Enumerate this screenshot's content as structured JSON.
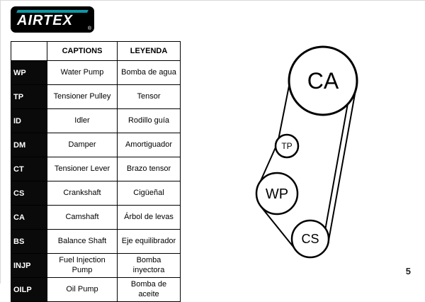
{
  "logo": {
    "brand": "AIRTEX",
    "registered": "®"
  },
  "table": {
    "headers": {
      "abbr": "",
      "captions": "CAPTIONS",
      "leyenda": "LEYENDA"
    },
    "rows": [
      {
        "abbr": "WP",
        "caption": "Water Pump",
        "leyenda": "Bomba de agua"
      },
      {
        "abbr": "TP",
        "caption": "Tensioner Pulley",
        "leyenda": "Tensor"
      },
      {
        "abbr": "ID",
        "caption": "Idler",
        "leyenda": "Rodillo guía"
      },
      {
        "abbr": "DM",
        "caption": "Damper",
        "leyenda": "Amortiguador"
      },
      {
        "abbr": "CT",
        "caption": "Tensioner Lever",
        "leyenda": "Brazo tensor"
      },
      {
        "abbr": "CS",
        "caption": "Crankshaft",
        "leyenda": "Cigüeñal"
      },
      {
        "abbr": "CA",
        "caption": "Camshaft",
        "leyenda": "Árbol de levas"
      },
      {
        "abbr": "BS",
        "caption": "Balance Shaft",
        "leyenda": "Eje equilibrador"
      },
      {
        "abbr": "INJP",
        "caption": "Fuel Injection Pump",
        "leyenda": "Bomba inyectora"
      },
      {
        "abbr": "OILP",
        "caption": "Oil Pump",
        "leyenda": "Bomba de aceite"
      }
    ]
  },
  "diagram": {
    "pulleys": [
      {
        "label": "CA"
      },
      {
        "label": "TP"
      },
      {
        "label": "WP"
      },
      {
        "label": "CS"
      }
    ]
  },
  "page_number": "5",
  "colors": {
    "logo_bg": "#000000",
    "logo_stripe": "#0d98a6",
    "table_border": "#000000",
    "abbr_bg": "#0a0a0a"
  }
}
